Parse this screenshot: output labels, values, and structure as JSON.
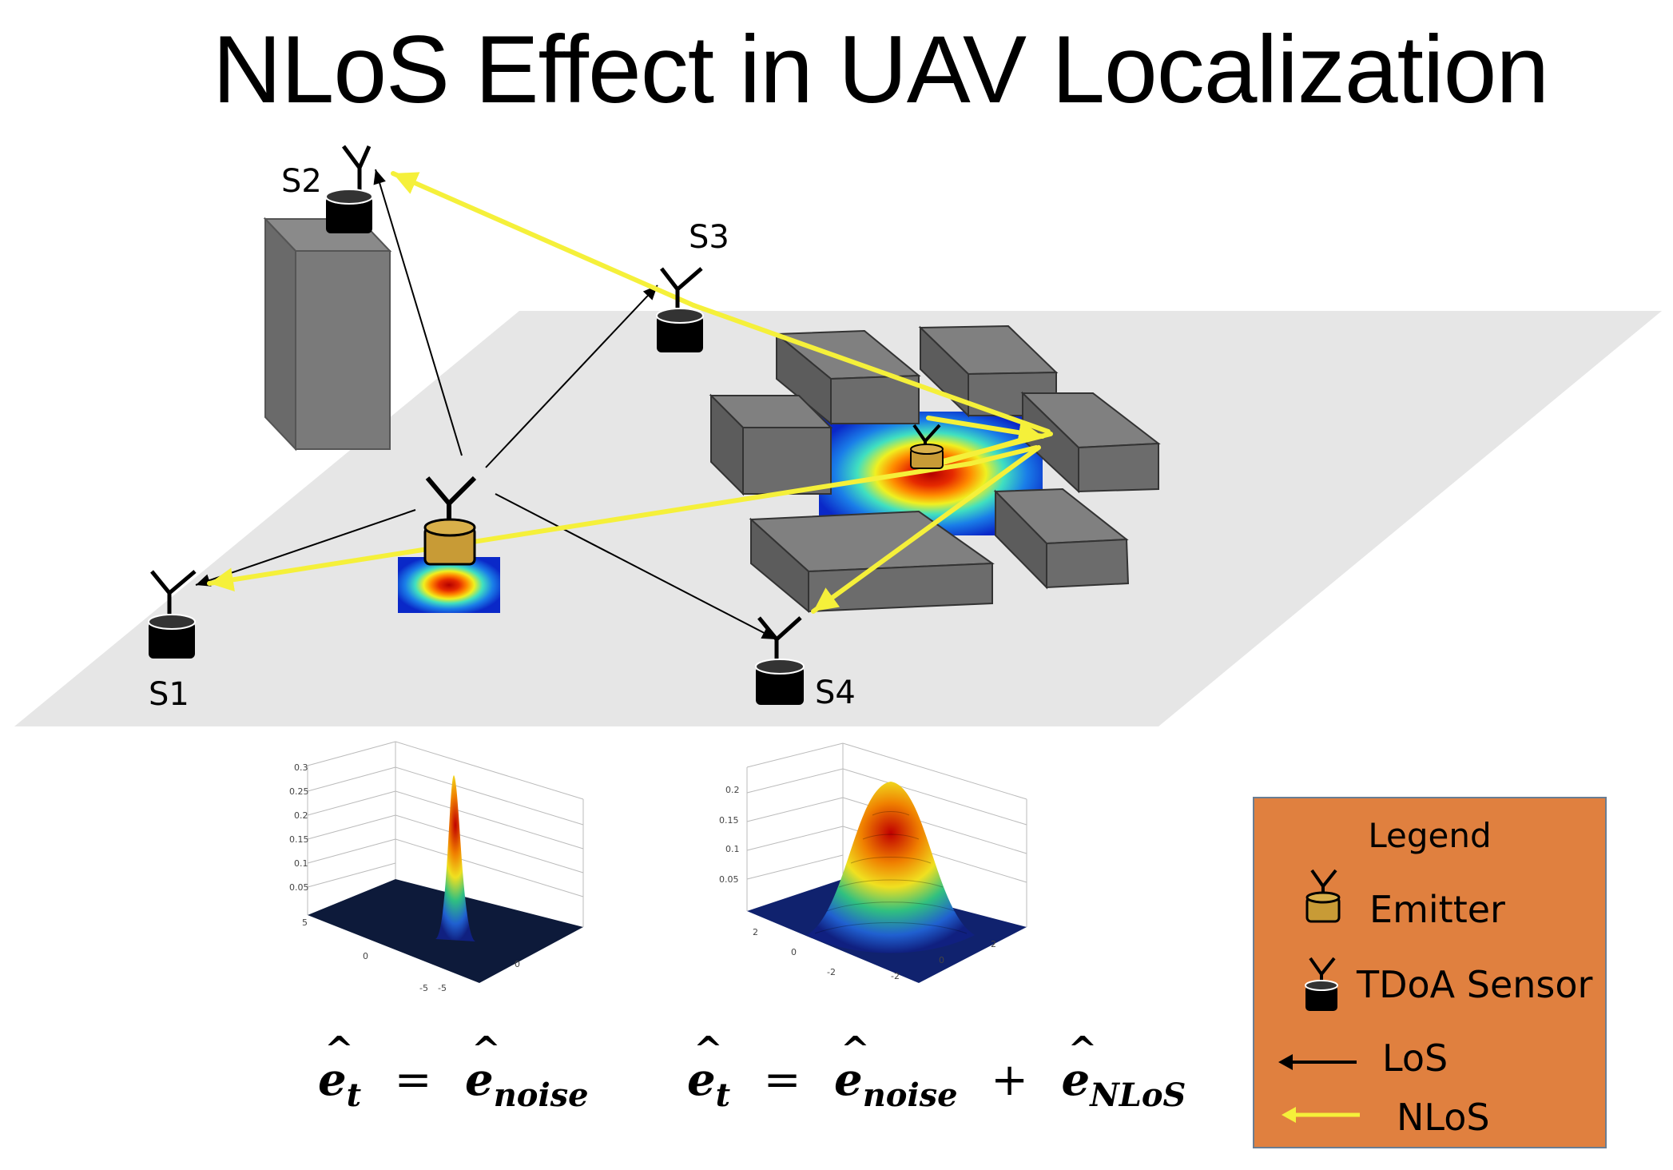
{
  "title": "NLoS Effect in UAV Localization",
  "sensors": {
    "s1": "S1",
    "s2": "S2",
    "s3": "S3",
    "s4": "S4"
  },
  "equations": {
    "left": {
      "lhs": "e",
      "lhs_sub": "t",
      "op": "=",
      "rhs": "e",
      "rhs_sub": "noise"
    },
    "right": {
      "lhs": "e",
      "lhs_sub": "t",
      "op": "=",
      "rhs1": "e",
      "rhs1_sub": "noise",
      "plus": "+",
      "rhs2": "e",
      "rhs2_sub": "NLoS"
    }
  },
  "plot_left_ticks": {
    "z": [
      "0.3",
      "0.25",
      "0.2",
      "0.15",
      "0.1",
      "0.05"
    ],
    "x": [
      "5",
      "0",
      "-5",
      "0",
      "-5"
    ]
  },
  "plot_right_ticks": {
    "z": [
      "0.2",
      "0.15",
      "0.1",
      "0.05"
    ],
    "x": [
      "2",
      "0",
      "-2",
      "-2",
      "0",
      "2"
    ]
  },
  "legend": {
    "title": "Legend",
    "emitter": "Emitter",
    "sensor": "TDoA Sensor",
    "los": "LoS",
    "nlos": "NLoS"
  },
  "colors": {
    "los": "#000000",
    "nlos": "#f5f03a",
    "emitter": "#c89b36",
    "sensor": "#000000",
    "building": "#6e6e6e",
    "ground": "#e6e6e6",
    "legend_bg": "#e0803f"
  }
}
